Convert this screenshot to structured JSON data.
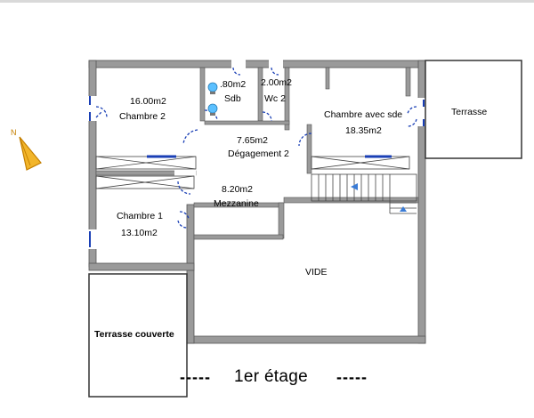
{
  "floor_title": "1er étage",
  "title_dashes_left": "-----",
  "title_dashes_right": "-----",
  "compass_label": "N",
  "rooms": {
    "chambre2": {
      "area": "16.00m2",
      "name": "Chambre 2"
    },
    "sdb": {
      "area": ".80m2",
      "name": "Sdb"
    },
    "wc2": {
      "area": "2.00m2",
      "name": "Wc 2"
    },
    "chambre_sde": {
      "name": "Chambre avec sde",
      "area": "18.35m2"
    },
    "terrasse": {
      "name": "Terrasse"
    },
    "degagement": {
      "area": "7.65m2",
      "name": "Dégagement 2"
    },
    "mezzanine": {
      "area": "8.20m2",
      "name": "Mezzanine"
    },
    "chambre1": {
      "name": "Chambre 1",
      "area": "13.10m2"
    },
    "vide": {
      "name": "VIDE"
    },
    "terrasse_couverte": {
      "name": "Terrasse couverte"
    }
  },
  "colors": {
    "wall": "#9a9a9a",
    "wall_outline": "#555555",
    "door": "#1a3fb5",
    "compass": "#e8a317",
    "bulb": "#5bc0ff"
  }
}
